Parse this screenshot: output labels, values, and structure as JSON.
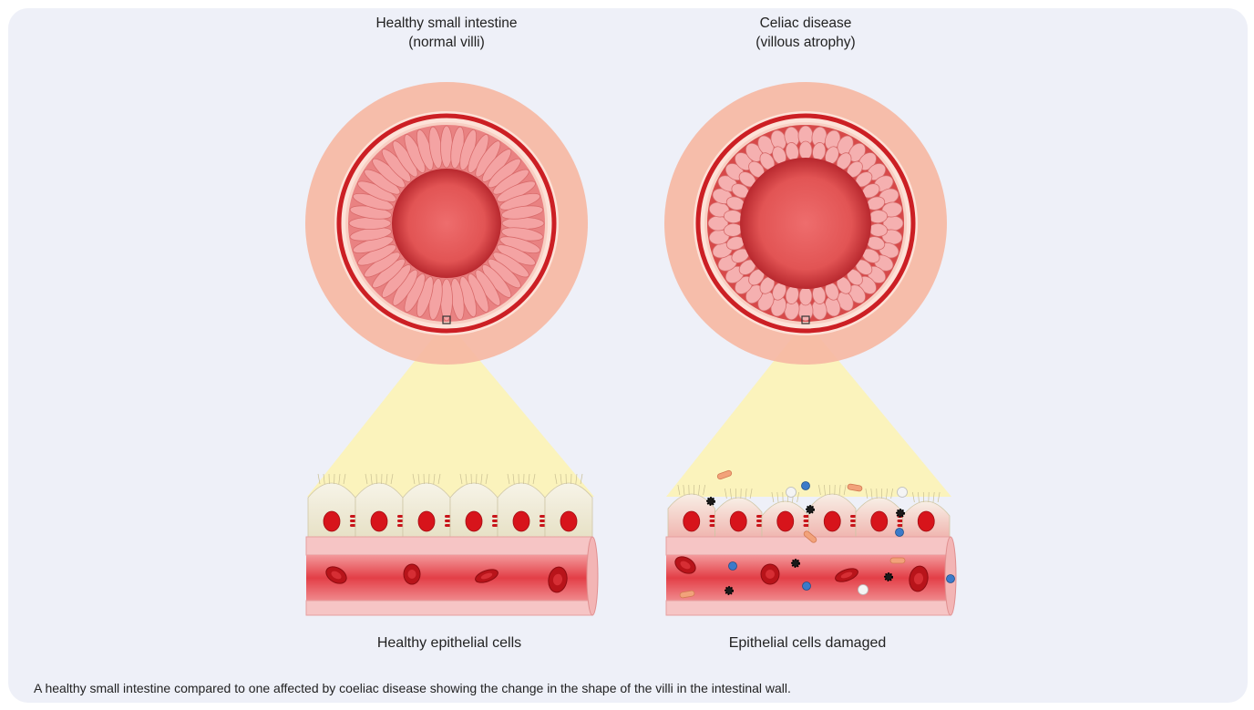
{
  "left": {
    "title": "Healthy small intestine",
    "subtitle": "(normal villi)",
    "bottom_label": "Healthy epithelial cells"
  },
  "right": {
    "title": "Celiac disease",
    "subtitle": "(villous atrophy)",
    "bottom_label": "Epithelial cells damaged"
  },
  "caption": "A healthy small intestine compared to one affected by coeliac disease showing the change in the shape of the villi in the intestinal wall.",
  "colors": {
    "outer_ring": "#f6b9a3",
    "muscle_ring": "#cc1f24",
    "lumen": "#e55a5a",
    "villi": "#f08f8f",
    "zoom_cone": "#fbf2b8",
    "cell": "#f1eddc",
    "nucleus": "#d7141b",
    "vessel": "#e9444c"
  }
}
